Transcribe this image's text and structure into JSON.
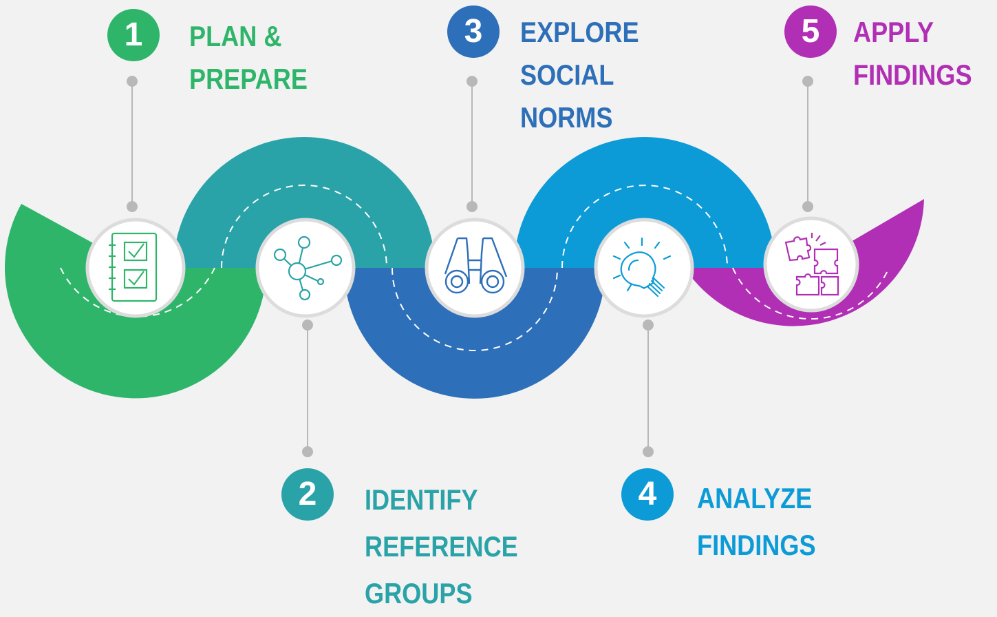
{
  "colors": {
    "step1": "#2fb56a",
    "step2": "#2aa3a8",
    "step3": "#2d6fb8",
    "step4": "#0c9bd7",
    "step5": "#b12fb5",
    "connector": "#b8b8b8",
    "node_bg": "#ffffff",
    "node_ring": "#dcdcdc",
    "background": "#f2f2f2"
  },
  "steps": [
    {
      "number": "1",
      "lines": [
        "PLAN &",
        "PREPARE"
      ],
      "icon": "checklist-icon"
    },
    {
      "number": "2",
      "lines": [
        "IDENTIFY",
        "REFERENCE",
        "GROUPS"
      ],
      "icon": "network-icon"
    },
    {
      "number": "3",
      "lines": [
        "EXPLORE",
        "SOCIAL",
        "NORMS"
      ],
      "icon": "binoculars-icon"
    },
    {
      "number": "4",
      "lines": [
        "ANALYZE",
        "FINDINGS"
      ],
      "icon": "lightbulb-icon"
    },
    {
      "number": "5",
      "lines": [
        "APPLY",
        "FINDINGS"
      ],
      "icon": "puzzle-icon"
    }
  ]
}
